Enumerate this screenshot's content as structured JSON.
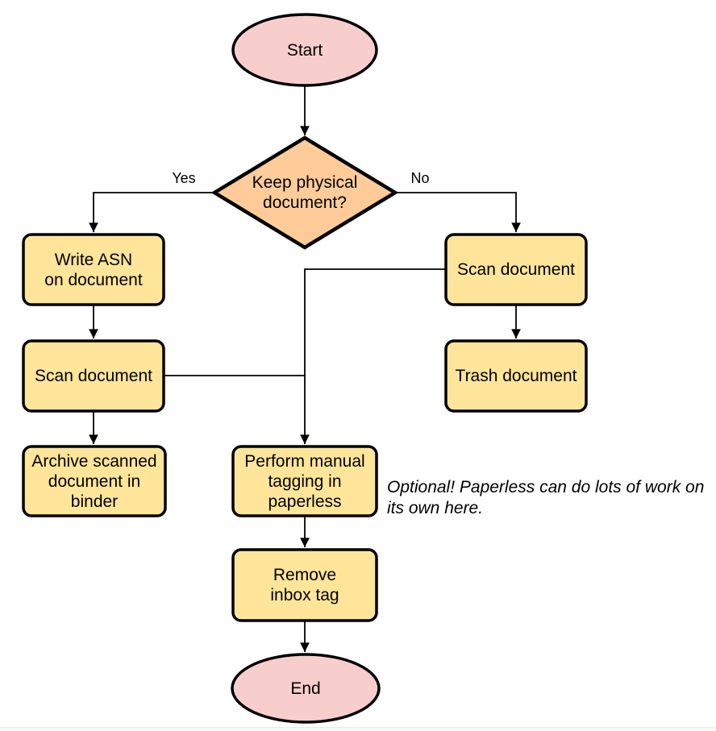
{
  "colors": {
    "terminal_fill": "#F8CECC",
    "decision_fill": "#FFCC99",
    "process_fill": "#FFE599",
    "stroke": "#000000",
    "edge": "#000000",
    "background": "#FFFFFF",
    "footer_line": "#F0EFE6"
  },
  "nodes": {
    "start": {
      "type": "terminal",
      "label": "Start"
    },
    "decision": {
      "type": "decision",
      "label": "Keep physical\ndocument?"
    },
    "write_asn": {
      "type": "process",
      "label": "Write ASN\non document"
    },
    "scan_left": {
      "type": "process",
      "label": "Scan document"
    },
    "archive": {
      "type": "process",
      "label": "Archive scanned\ndocument in\nbinder"
    },
    "scan_right": {
      "type": "process",
      "label": "Scan document"
    },
    "trash": {
      "type": "process",
      "label": "Trash document"
    },
    "tagging": {
      "type": "process",
      "label": "Perform manual\ntagging in\npaperless"
    },
    "remove_inbox": {
      "type": "process",
      "label": "Remove\ninbox tag"
    },
    "end": {
      "type": "terminal",
      "label": "End"
    }
  },
  "edge_labels": {
    "yes": "Yes",
    "no": "No"
  },
  "edges": [
    {
      "from": "start",
      "to": "decision",
      "label": ""
    },
    {
      "from": "decision",
      "to": "write_asn",
      "label": "Yes"
    },
    {
      "from": "decision",
      "to": "scan_right",
      "label": "No"
    },
    {
      "from": "write_asn",
      "to": "scan_left",
      "label": ""
    },
    {
      "from": "scan_left",
      "to": "archive",
      "label": ""
    },
    {
      "from": "scan_right",
      "to": "trash",
      "label": ""
    },
    {
      "from": "scan_left",
      "to": "tagging",
      "label": ""
    },
    {
      "from": "scan_right",
      "to": "tagging",
      "label": ""
    },
    {
      "from": "tagging",
      "to": "remove_inbox",
      "label": ""
    },
    {
      "from": "remove_inbox",
      "to": "end",
      "label": ""
    }
  ],
  "annotation": {
    "text": "Optional! Paperless can do lots of work on\nits own here."
  }
}
